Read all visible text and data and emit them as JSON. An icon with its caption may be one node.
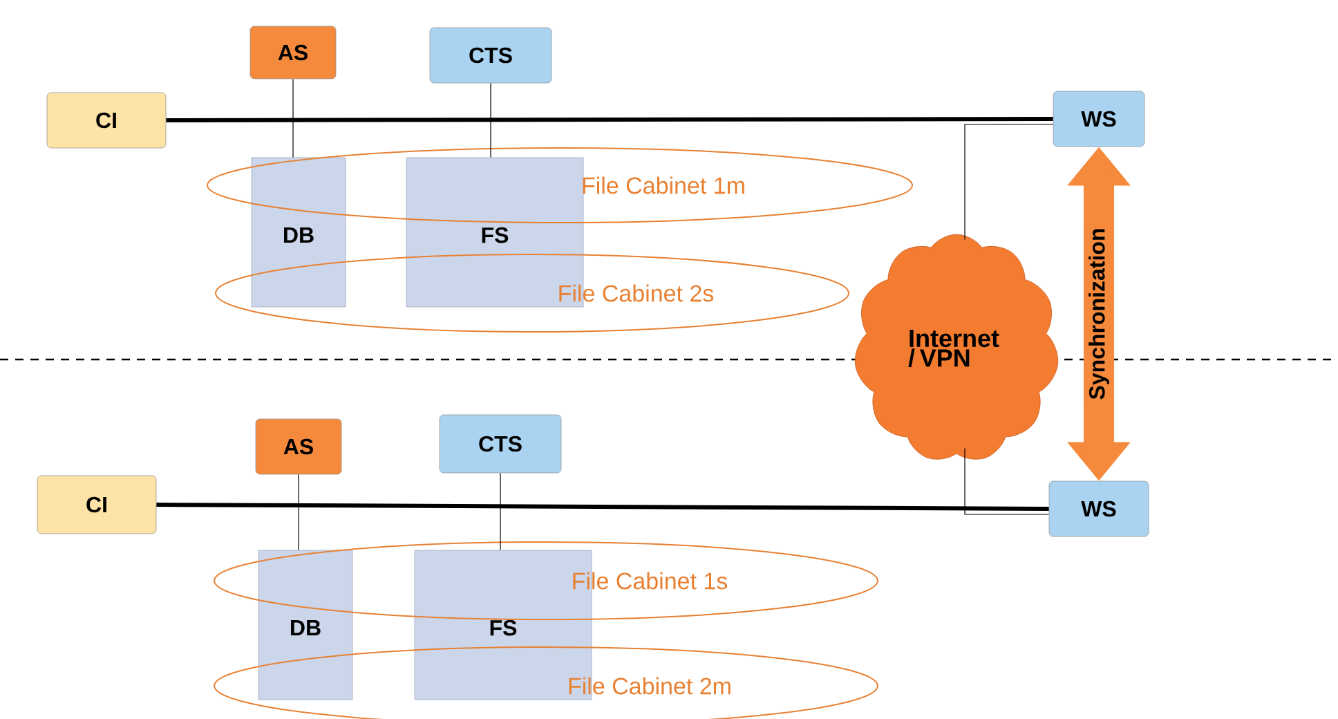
{
  "diagram": {
    "nodes": [
      {
        "text": [
          "CI"
        ]
      },
      {
        "text": [
          "AS"
        ]
      },
      {
        "text": [
          "CTS"
        ]
      },
      {
        "text": [
          "WS"
        ]
      },
      {
        "text": [
          "DB"
        ]
      },
      {
        "text": [
          "FS"
        ]
      },
      {
        "text": [
          "File Cabinet 1m"
        ]
      },
      {
        "text": [
          "File Cabinet 2s"
        ]
      },
      {
        "text": [
          "Internet / VPN"
        ]
      },
      {
        "text": [
          "CI"
        ]
      },
      {
        "text": [
          "AS"
        ]
      },
      {
        "text": [
          "CTS"
        ]
      },
      {
        "text": [
          "WS"
        ]
      },
      {
        "text": [
          "DB"
        ]
      },
      {
        "text": [
          "FS"
        ]
      },
      {
        "text": [
          "File Cabinet 1s"
        ]
      },
      {
        "text": [
          "File Cabinet 2m"
        ]
      }
    ],
    "edges": [
      {
        "from": 0,
        "to": 3,
        "arrow": "none",
        "style": "thick"
      },
      {
        "from": 1,
        "to": 4,
        "arrow": "none"
      },
      {
        "from": 2,
        "to": 5,
        "arrow": "none"
      },
      {
        "from": 8,
        "to": 3,
        "arrow": "none"
      },
      {
        "from": 9,
        "to": 12,
        "arrow": "none",
        "style": "thick"
      },
      {
        "from": 10,
        "to": 13,
        "arrow": "none"
      },
      {
        "from": 11,
        "to": 14,
        "arrow": "none"
      },
      {
        "from": 8,
        "to": 12,
        "arrow": "none"
      },
      {
        "from": 3,
        "to": 12,
        "arrow": "both",
        "label": "Synchronization",
        "style": "thick",
        "color": "#f58a3c"
      }
    ]
  }
}
